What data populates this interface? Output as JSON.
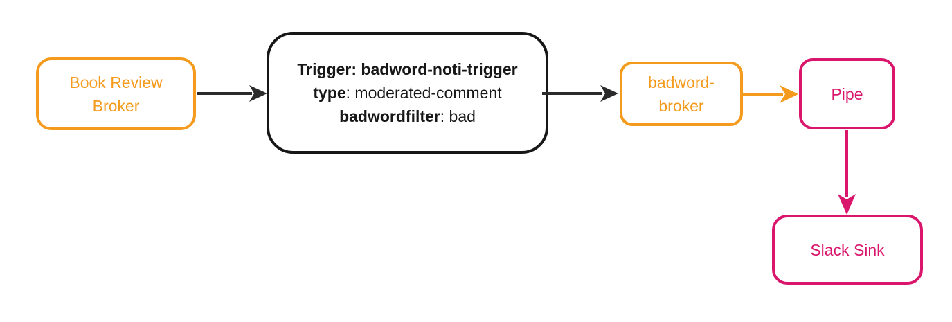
{
  "colors": {
    "orange": "#F49B1E",
    "pink": "#D9156C",
    "black": "#171717",
    "arrow_black": "#2B2B2B",
    "background": "#FFFFFF"
  },
  "nodes": {
    "book_review_broker": {
      "line1": "Book Review",
      "line2": "Broker"
    },
    "trigger": {
      "lines": [
        {
          "bold": "Trigger: badword-noti-trigger",
          "rest": ""
        },
        {
          "bold": "type",
          "rest": ": moderated-comment"
        },
        {
          "bold": "badwordfilter",
          "rest": ": bad"
        }
      ]
    },
    "badword_broker": {
      "line1": "badword-",
      "line2": "broker"
    },
    "pipe": {
      "label": "Pipe"
    },
    "slack_sink": {
      "label": "Slack Sink"
    }
  },
  "edges": [
    {
      "from": "book_review_broker",
      "to": "trigger",
      "color": "#2B2B2B"
    },
    {
      "from": "trigger",
      "to": "badword_broker",
      "color": "#2B2B2B"
    },
    {
      "from": "badword_broker",
      "to": "pipe",
      "color": "#F49B1E"
    },
    {
      "from": "pipe",
      "to": "slack_sink",
      "color": "#D9156C"
    }
  ]
}
